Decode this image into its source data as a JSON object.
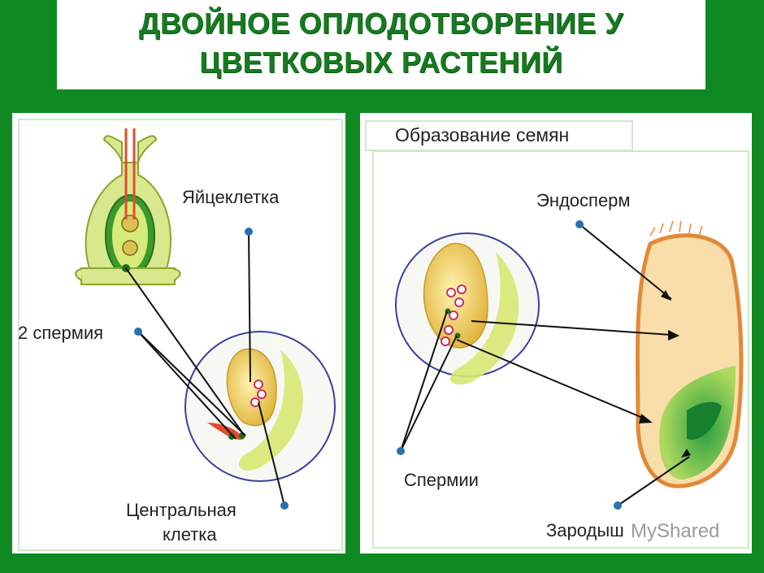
{
  "title": {
    "line1": "ДВОЙНОЕ ОПЛОДОТВОРЕНИЕ У",
    "line2": "ЦВЕТКОВЫХ РАСТЕНИЙ"
  },
  "left_panel": {
    "egg_cell_label": "Яйцеклетка",
    "sperm_label": "2 спермия",
    "central_cell_line1": "Центральная",
    "central_cell_line2": "клетка"
  },
  "right_panel": {
    "subtitle": "Образование семян",
    "endosperm_label": "Эндосперм",
    "sperms_label": "Спермии",
    "embryo_label": "Зародыш"
  },
  "watermark": "MyShared",
  "colors": {
    "background": "#0f8a23",
    "title_text": "#177a1f",
    "ovule_yellow": "#f2d36b",
    "leaf_green": "#d8ea7a",
    "outline_blue": "#3a3fa0",
    "seed_fill": "#f9deaa",
    "seed_border": "#e2893a"
  }
}
